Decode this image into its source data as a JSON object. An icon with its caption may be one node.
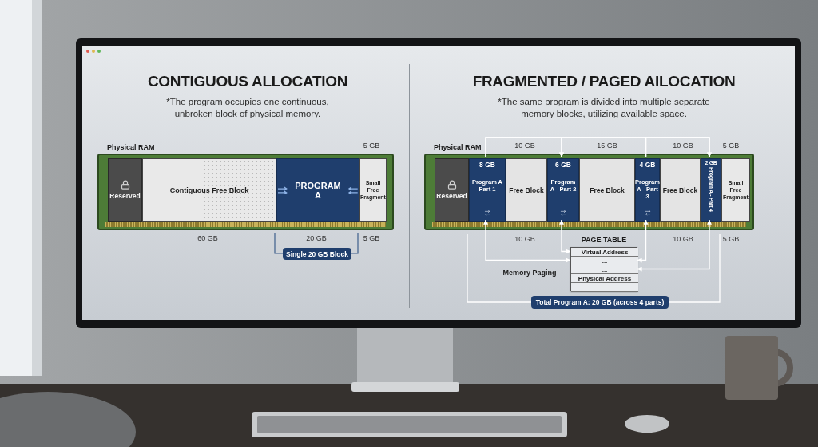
{
  "diagram": {
    "nodes": [
      {
        "text": [
          "Physical RAM"
        ]
      },
      {
        "text": [
          "Reserved"
        ],
        "in": 0
      },
      {
        "text": [
          "Contiguous Free Block"
        ],
        "in": 0
      },
      {
        "text": [
          "PROGRAM A"
        ],
        "in": 0
      },
      {
        "text": [
          "Small Free Fragment"
        ],
        "in": 0
      },
      {
        "text": [
          "Single 20 GB Block"
        ]
      },
      {
        "text": [
          "Physical RAM"
        ]
      },
      {
        "text": [
          "Reserved"
        ],
        "in": 6
      },
      {
        "text": [
          "8 GB",
          "Program A Part 1"
        ],
        "in": 6
      },
      {
        "text": [
          "Free Block"
        ],
        "in": 6
      },
      {
        "text": [
          "6 GB",
          "Program A - Part 2"
        ],
        "in": 6
      },
      {
        "text": [
          "Free Block"
        ],
        "in": 6
      },
      {
        "text": [
          "4 GB",
          "Program A - Part 3"
        ],
        "in": 6
      },
      {
        "text": [
          "Free Block"
        ],
        "in": 6
      },
      {
        "text": [
          "2 GB",
          "Program A - Part 4"
        ],
        "in": 6
      },
      {
        "text": [
          "Small Free Fragment"
        ],
        "in": 6
      },
      {
        "text": [
          "PAGE TABLE"
        ]
      },
      {
        "text": [
          "Virtual Address"
        ],
        "in": 16
      },
      {
        "text": [
          "..."
        ],
        "in": 16
      },
      {
        "text": [
          "..."
        ],
        "in": 16
      },
      {
        "text": [
          "Physical Address"
        ],
        "in": 16
      },
      {
        "text": [
          "..."
        ],
        "in": 16
      },
      {
        "text": [
          "Total Program A: 20 GB (across 4 parts)"
        ]
      }
    ],
    "edges": [
      {
        "from": 8,
        "to": 10,
        "arrow": "to"
      },
      {
        "from": 8,
        "to": 14,
        "arrow": "to"
      },
      {
        "from": 12,
        "to": 10,
        "arrow": "to"
      },
      {
        "from": 12,
        "to": 14,
        "arrow": "to"
      },
      {
        "from": 18,
        "to": 8,
        "arrow": "both"
      },
      {
        "from": 17,
        "to": 10,
        "arrow": "both"
      },
      {
        "from": 18,
        "to": 12,
        "arrow": "both"
      },
      {
        "from": 19,
        "to": 14,
        "arrow": "both"
      }
    ],
    "labels": [
      "CONTIGUOUS ALLOCATION",
      "*The program occupies one continuous, unbroken block of physical memory.",
      "FRAGMENTED / PAGED AILOCATION",
      "*The same program is divided into multiple separate memory blocks, utilizing available space.",
      "5 GB",
      "60 GB",
      "20 GB",
      "5 GB",
      "10 GB",
      "15 GB",
      "10 GB",
      "5 GB",
      "10 GB",
      "10 GB",
      "5 GB",
      "Memory Paging"
    ]
  }
}
